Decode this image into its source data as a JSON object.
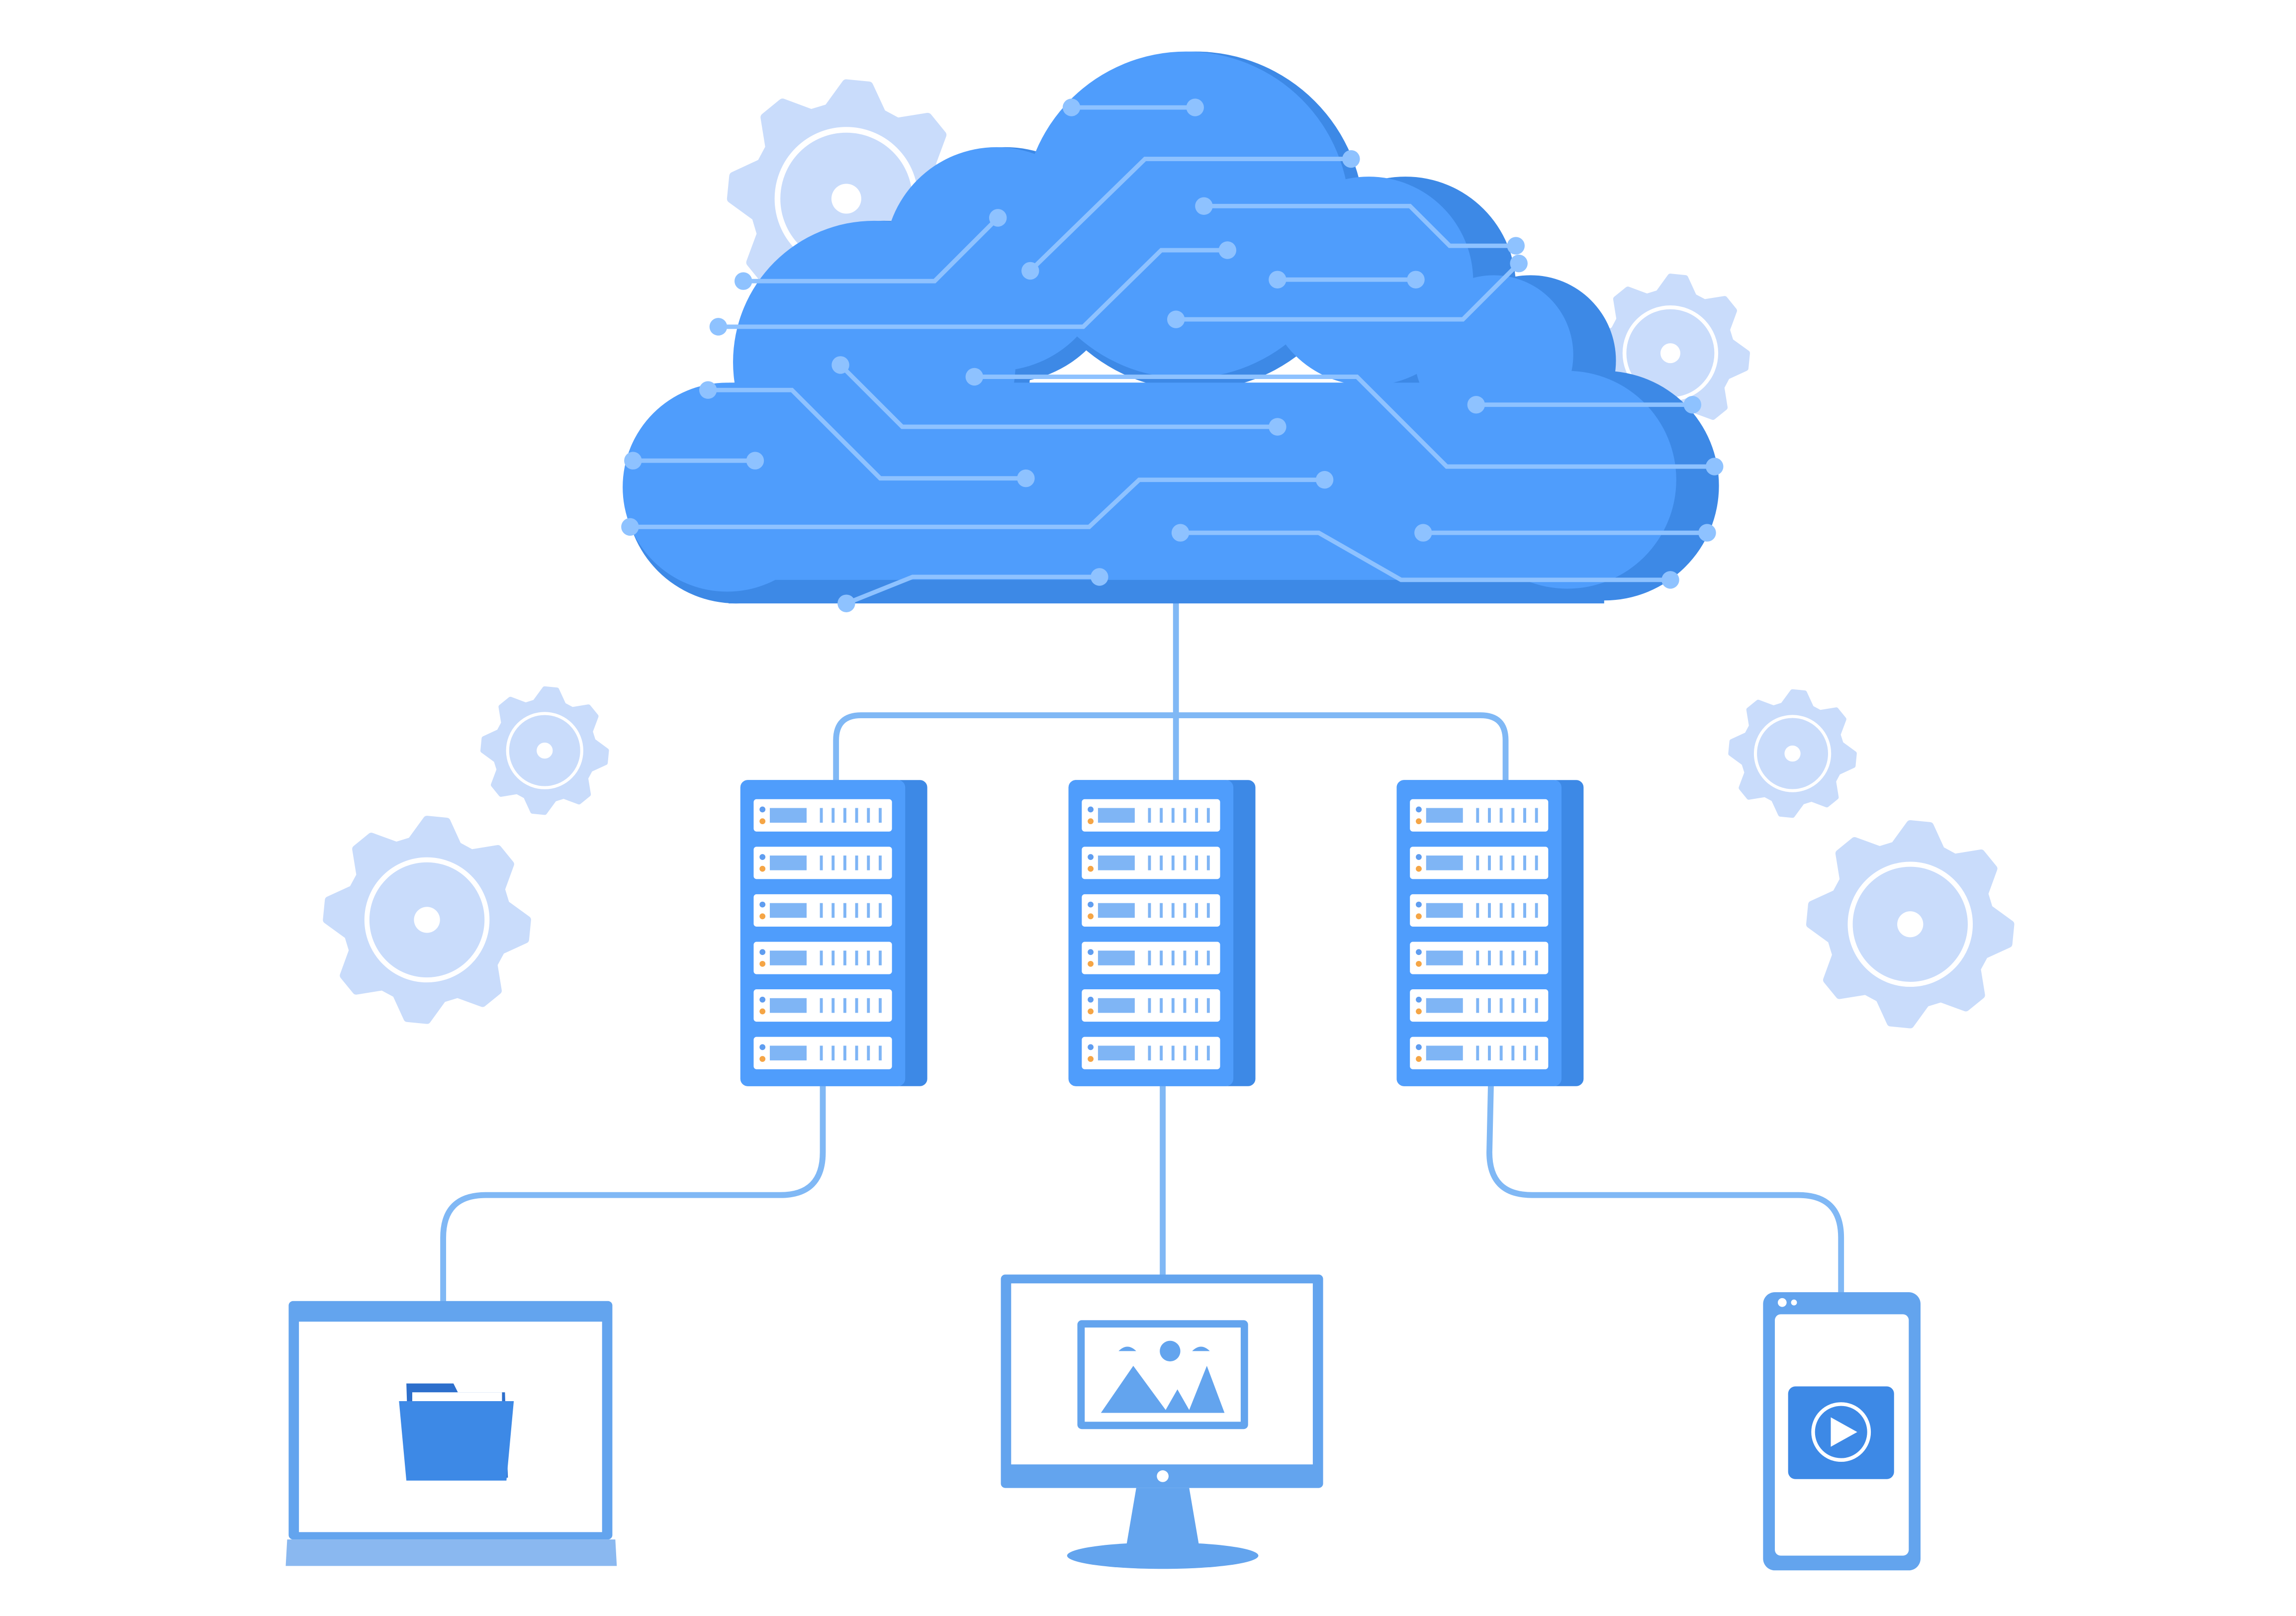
{
  "illustration": {
    "subject": "cloud-network",
    "icons": [
      "cloud-circuit-icon",
      "gear-icon",
      "server-rack-icon",
      "laptop-icon",
      "monitor-icon",
      "smartphone-icon",
      "folder-icon",
      "image-icon",
      "play-video-icon"
    ],
    "server_count": 3,
    "server_slots_per_rack": 6,
    "gear_count": 6
  },
  "colors": {
    "background": "#ffffff",
    "cloud": "#4f9dfc",
    "cloud_shadow": "#3d89e6",
    "circuit": "#8ec2ff",
    "connector": "#80b8f5",
    "gear": "#c9dcfb",
    "server": "#4f9dfc",
    "server_shadow": "#3d89e6",
    "slot": "#ffffff",
    "slot_bar": "#7fb5f5",
    "led_blue": "#5f9df0",
    "led_orange": "#f5a545",
    "device": "#63a4ee",
    "device_base": "#8ab8f0",
    "folder": "#3d89e6",
    "folder_tab": "#2d6fcc"
  }
}
